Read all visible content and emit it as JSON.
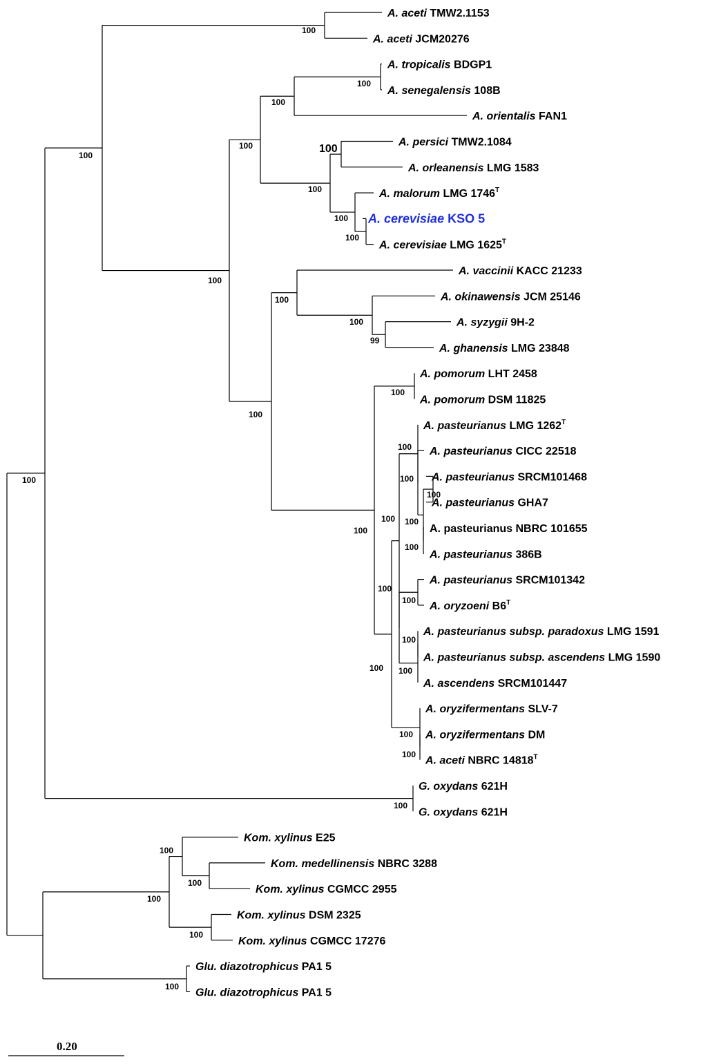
{
  "tree": {
    "leaves": [
      {
        "id": "L1",
        "species": "A. aceti",
        "strain": "TMW2.1153"
      },
      {
        "id": "L2",
        "species": "A. aceti",
        "strain": "JCM20276"
      },
      {
        "id": "L3",
        "species": "A. tropicalis",
        "strain": "BDGP1"
      },
      {
        "id": "L4",
        "species": "A. senegalensis",
        "strain": "108B"
      },
      {
        "id": "L5",
        "species": "A. orientalis",
        "strain": "FAN1"
      },
      {
        "id": "L6",
        "species": "A. persici",
        "strain": "TMW2.1084"
      },
      {
        "id": "L7",
        "species": "A. orleanensis",
        "strain": "LMG 1583"
      },
      {
        "id": "L8",
        "species": "A. malorum",
        "strain": "LMG 1746",
        "sup": "T"
      },
      {
        "id": "L9",
        "species": "A. cerevisiae",
        "strain": "KSO 5",
        "highlight": true
      },
      {
        "id": "L10",
        "species": "A. cerevisiae",
        "strain": "LMG 1625",
        "sup": "T"
      },
      {
        "id": "L11",
        "species": "A. vaccinii",
        "strain": "KACC 21233"
      },
      {
        "id": "L12",
        "species": "A. okinawensis",
        "strain": "JCM 25146"
      },
      {
        "id": "L13",
        "species": "A. syzygii",
        "strain": "9H-2"
      },
      {
        "id": "L14",
        "species": "A. ghanensis",
        "strain": "LMG 23848"
      },
      {
        "id": "L15",
        "species": "A. pomorum",
        "strain": "LHT 2458"
      },
      {
        "id": "L16",
        "species": "A. pomorum",
        "strain": "DSM 11825"
      },
      {
        "id": "L17",
        "species": "A. pasteurianus",
        "strain": "LMG 1262",
        "sup": "T"
      },
      {
        "id": "L18",
        "species": "A. pasteurianus",
        "strain": "CICC 22518"
      },
      {
        "id": "L19",
        "species": "A. pasteurianus",
        "strain": "SRCM101468"
      },
      {
        "id": "L20",
        "species": "A. pasteurianus",
        "strain": "GHA7"
      },
      {
        "id": "L21",
        "species": "",
        "strain": "A. pasteurianus NBRC 101655"
      },
      {
        "id": "L22",
        "species": "A. pasteurianus",
        "strain": "386B"
      },
      {
        "id": "L23",
        "species": "A. pasteurianus",
        "strain": "SRCM101342"
      },
      {
        "id": "L24",
        "species": "A. oryzoeni",
        "strain": "B6",
        "sup": "T"
      },
      {
        "id": "L25",
        "species": "A. pasteurianus subsp. paradoxus",
        "strain": "LMG 1591"
      },
      {
        "id": "L26",
        "species": "A. pasteurianus subsp. ascendens",
        "strain": "LMG 1590"
      },
      {
        "id": "L27",
        "species": "A. ascendens",
        "strain": "SRCM101447"
      },
      {
        "id": "L28",
        "species": "A. oryzifermentans",
        "strain": "SLV-7"
      },
      {
        "id": "L29",
        "species": "A. oryzifermentans",
        "strain": "DM"
      },
      {
        "id": "L30",
        "species": "A. aceti",
        "strain": "NBRC 14818",
        "sup": "T"
      },
      {
        "id": "L31",
        "species": "G. oxydans",
        "strain": "621H"
      },
      {
        "id": "L32",
        "species": "G. oxydans",
        "strain": "621H"
      },
      {
        "id": "L33",
        "species": "Kom. xylinus",
        "strain": "E25"
      },
      {
        "id": "L34",
        "species": "Kom.  medellinensis",
        "strain": "NBRC 3288"
      },
      {
        "id": "L35",
        "species": "Kom. xylinus",
        "strain": "CGMCC 2955"
      },
      {
        "id": "L36",
        "species": "Kom. xylinus",
        "strain": "DSM 2325"
      },
      {
        "id": "L37",
        "species": "Kom. xylinus",
        "strain": "CGMCC 17276"
      },
      {
        "id": "L38",
        "species": "Glu. diazotrophicus",
        "strain": "PA1 5"
      },
      {
        "id": "L39",
        "species": "Glu. diazotrophicus",
        "strain": "PA1 5"
      }
    ],
    "bootstrap": [
      "100",
      "100",
      "100",
      "100",
      "100",
      "100",
      "100",
      "100",
      "100",
      "100",
      "100",
      "99",
      "100",
      "100",
      "100",
      "100",
      "100",
      "100",
      "100",
      "100",
      "100",
      "100",
      "100",
      "100",
      "100",
      "100",
      "100",
      "100",
      "100",
      "100",
      "100",
      "100",
      "100",
      "100",
      "100",
      "100"
    ],
    "scale_bar": {
      "label": "0.20",
      "length_units": 0.2
    }
  }
}
